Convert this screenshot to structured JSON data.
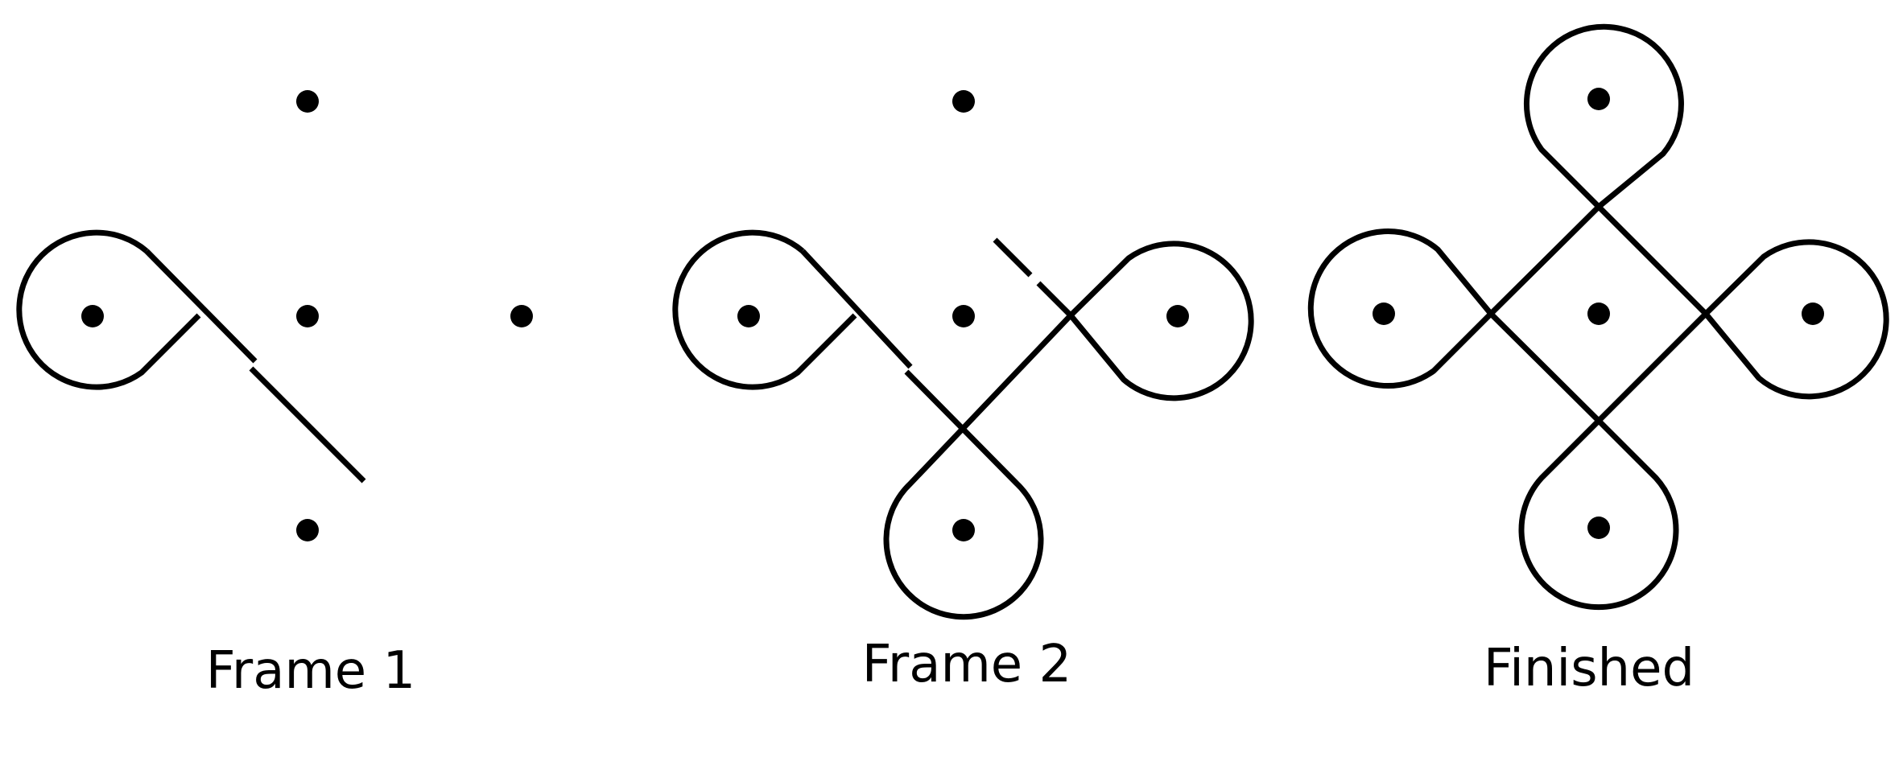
{
  "colors": {
    "background": "#ffffff",
    "ink": "#000000"
  },
  "frames": [
    {
      "id": "frame-1",
      "caption": "Frame 1",
      "dot_count": 5,
      "loop_count": 1
    },
    {
      "id": "frame-2",
      "caption": "Frame 2",
      "dot_count": 5,
      "loop_count": 3
    },
    {
      "id": "finished",
      "caption": "Finished",
      "dot_count": 5,
      "loop_count": 4
    }
  ]
}
